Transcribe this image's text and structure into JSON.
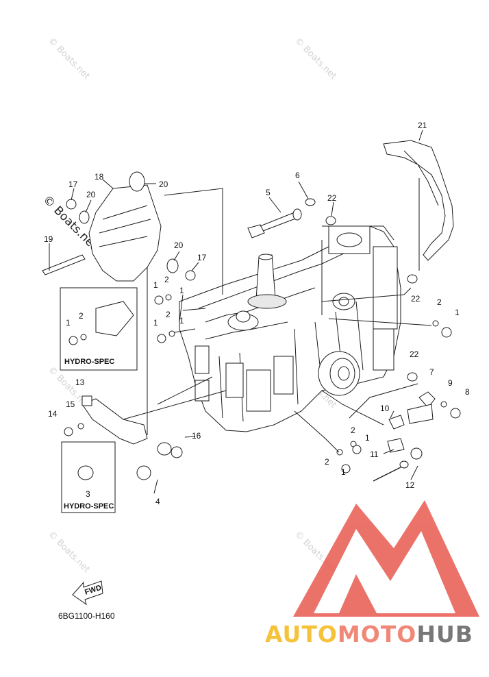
{
  "diagram": {
    "drawing_code": "6BG1100-H160",
    "fwd_label": "FWD",
    "callouts": {
      "hydro_spec_1": "HYDRO-SPEC",
      "hydro_spec_2": "HYDRO-SPEC"
    },
    "part_labels": [
      {
        "id": "p21",
        "text": "21"
      },
      {
        "id": "p20a",
        "text": "20"
      },
      {
        "id": "p18",
        "text": "18"
      },
      {
        "id": "p17a",
        "text": "17"
      },
      {
        "id": "p20b",
        "text": "20"
      },
      {
        "id": "p19",
        "text": "19"
      },
      {
        "id": "p20c",
        "text": "20"
      },
      {
        "id": "p17b",
        "text": "17"
      },
      {
        "id": "p6",
        "text": "6"
      },
      {
        "id": "p5",
        "text": "5"
      },
      {
        "id": "p22a",
        "text": "22"
      },
      {
        "id": "p1a",
        "text": "1"
      },
      {
        "id": "p2a",
        "text": "2"
      },
      {
        "id": "p1b",
        "text": "1"
      },
      {
        "id": "p1c",
        "text": "1"
      },
      {
        "id": "p2b",
        "text": "2"
      },
      {
        "id": "p1d",
        "text": "1"
      },
      {
        "id": "p2c",
        "text": "2"
      },
      {
        "id": "p1e",
        "text": "1"
      },
      {
        "id": "p22b",
        "text": "22"
      },
      {
        "id": "p2d",
        "text": "2"
      },
      {
        "id": "p1f",
        "text": "1"
      },
      {
        "id": "p22c",
        "text": "22"
      },
      {
        "id": "p7",
        "text": "7"
      },
      {
        "id": "p9",
        "text": "9"
      },
      {
        "id": "p8",
        "text": "8"
      },
      {
        "id": "p13",
        "text": "13"
      },
      {
        "id": "p15",
        "text": "15"
      },
      {
        "id": "p14",
        "text": "14"
      },
      {
        "id": "p16",
        "text": "16"
      },
      {
        "id": "p3",
        "text": "3"
      },
      {
        "id": "p4",
        "text": "4"
      },
      {
        "id": "p10",
        "text": "10"
      },
      {
        "id": "p2e",
        "text": "2"
      },
      {
        "id": "p1g",
        "text": "1"
      },
      {
        "id": "p2f",
        "text": "2"
      },
      {
        "id": "p1h",
        "text": "1"
      },
      {
        "id": "p11",
        "text": "11"
      },
      {
        "id": "p12",
        "text": "12"
      }
    ]
  },
  "watermark": {
    "text": "© Boats.net"
  },
  "brand": {
    "part1": "AUTO",
    "part2": "MOTO",
    "part3": "HUB",
    "color1": "#f5c23a",
    "color2": "#f08878",
    "color3": "#777777",
    "logo_color": "#e85a50"
  }
}
